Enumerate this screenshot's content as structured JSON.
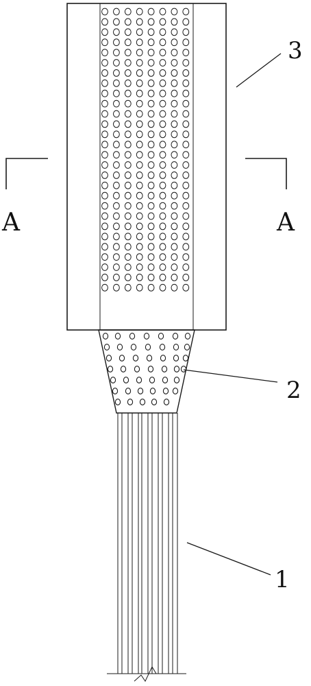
{
  "labels": {
    "part_1": "1",
    "part_2": "2",
    "part_3": "3",
    "section_left": "A",
    "section_right": "A"
  },
  "colors": {
    "line": "#1a1a1a",
    "background": "#ffffff"
  }
}
